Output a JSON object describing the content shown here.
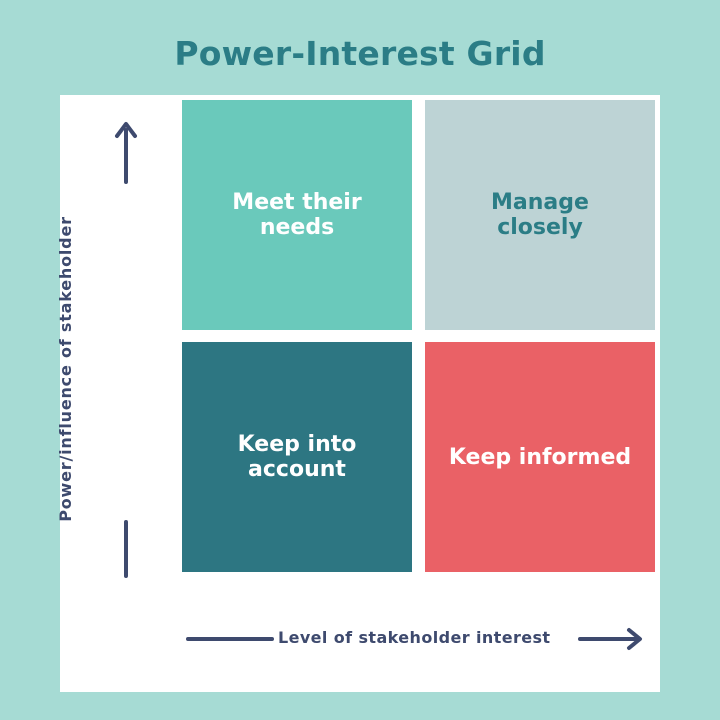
{
  "title": "Power-Interest Grid",
  "quadrants": {
    "top_left": {
      "line1": "Meet their",
      "line2": "needs",
      "color": "#6ac9bb",
      "text_color": "#ffffff"
    },
    "top_right": {
      "line1": "Manage",
      "line2": "closely",
      "color": "#bdd3d5",
      "text_color": "#2b7d86"
    },
    "bottom_left": {
      "line1": "Keep into",
      "line2": "account",
      "color": "#2d7682",
      "text_color": "#ffffff"
    },
    "bottom_right": {
      "line1": "Keep informed",
      "line2": "",
      "color": "#ea6166",
      "text_color": "#ffffff"
    }
  },
  "axes": {
    "y_label": "Power/influence of stakeholder",
    "x_label": "Level of stakeholder interest",
    "color": "#3e4a6e"
  },
  "colors": {
    "background": "#a6dbd4",
    "panel": "#ffffff",
    "title": "#2b7d86"
  }
}
